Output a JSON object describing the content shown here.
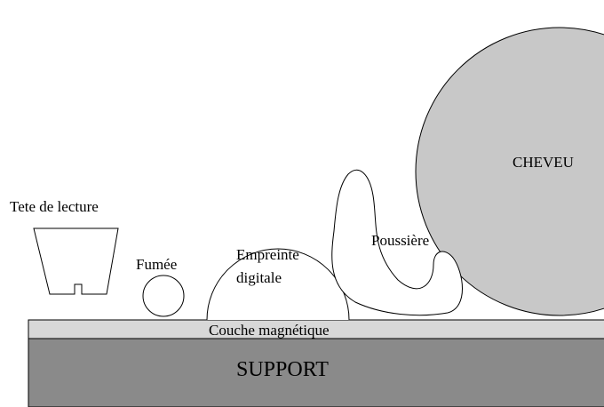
{
  "labels": {
    "read_head": "Tete de lecture",
    "smoke": "Fumée",
    "fingerprint_line1": "Empreinte",
    "fingerprint_line2": "digitale",
    "dust": "Poussière",
    "hair": "CHEVEU",
    "magnetic_layer": "Couche magnétique",
    "support": "SUPPORT"
  },
  "colors": {
    "hair_fill": "#c8c8c8",
    "magnetic_layer_fill": "#d8d8d8",
    "support_fill": "#8a8a8a",
    "outline": "#000000",
    "background": "#ffffff"
  }
}
